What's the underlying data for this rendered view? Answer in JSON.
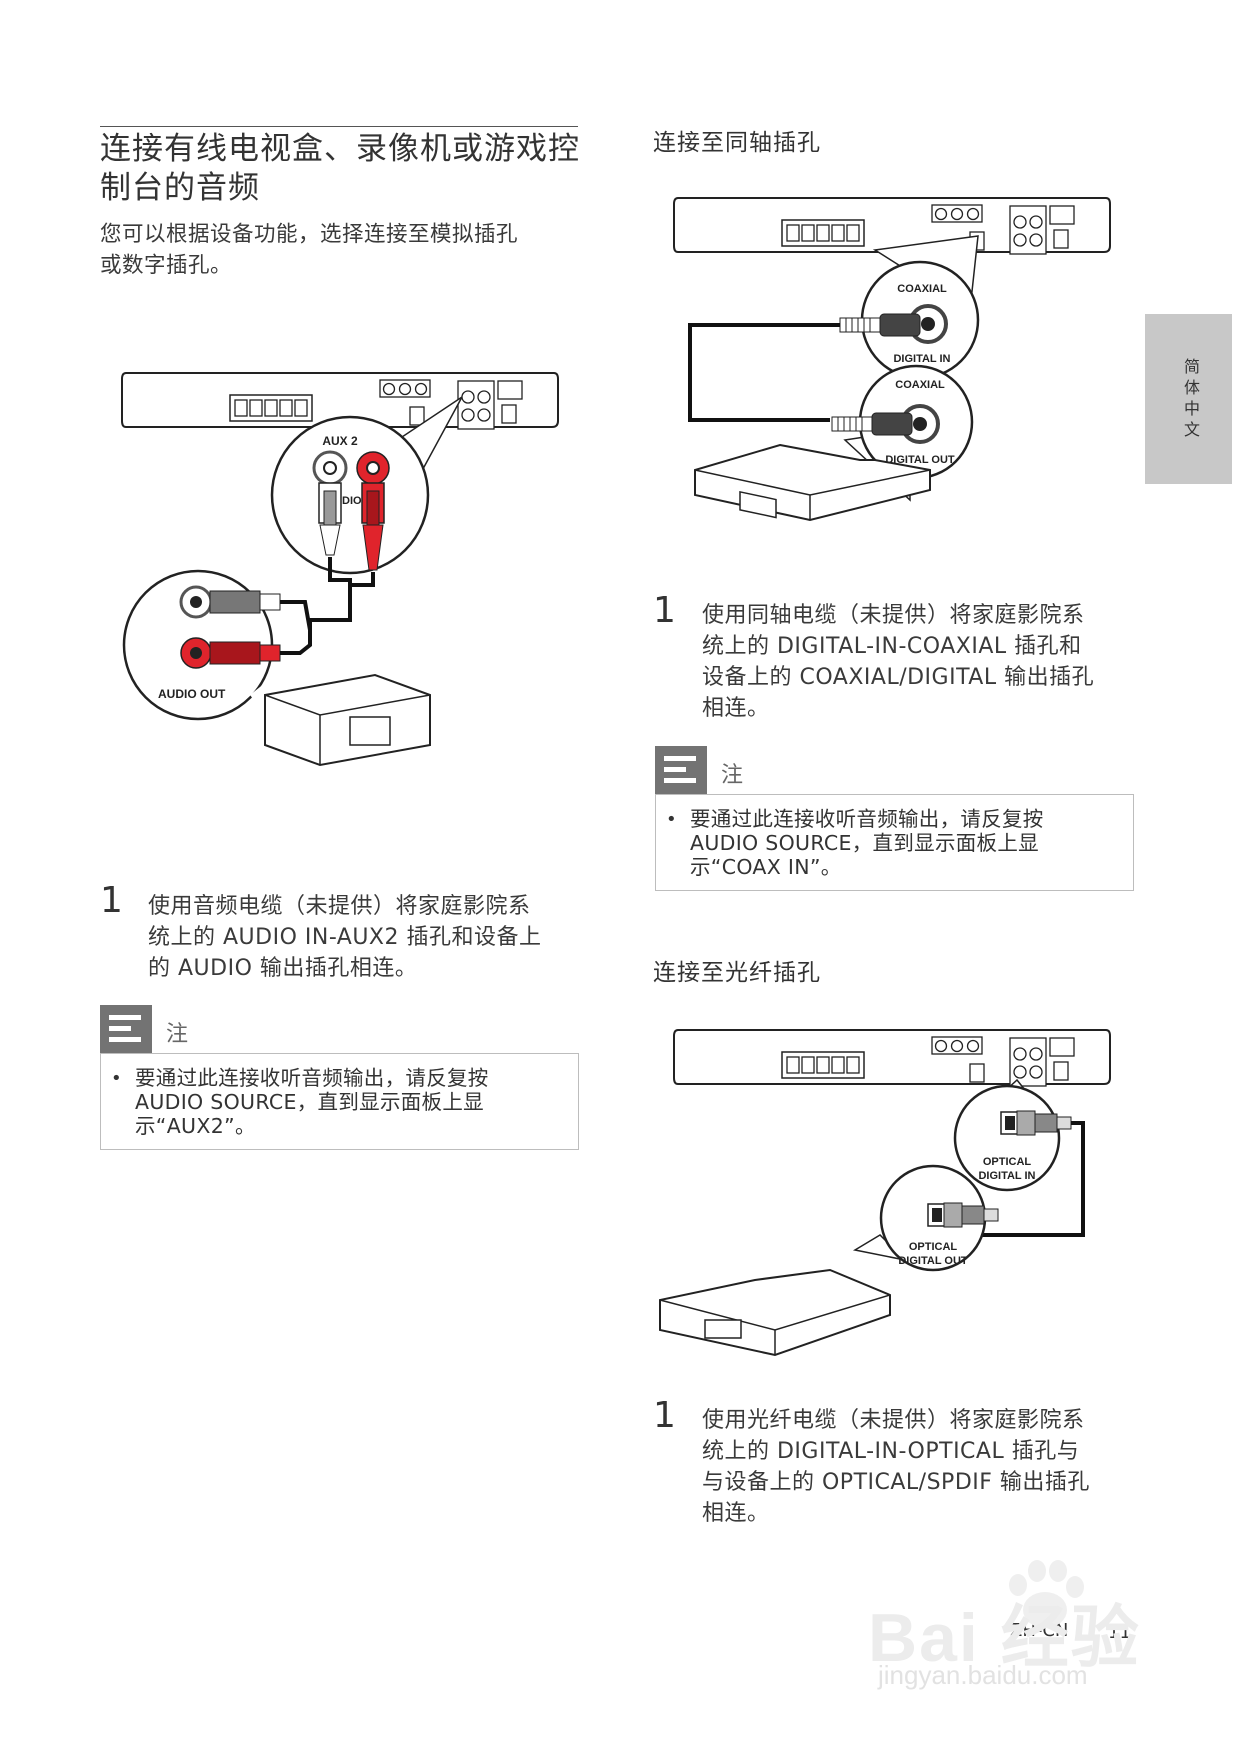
{
  "left": {
    "title_line1": "连接有线电视盒、录像机或游戏控",
    "title_line2": "制台的音频",
    "intro_line1": "您可以根据设备功能，选择连接至模拟插孔",
    "intro_line2": "或数字插孔。",
    "diagram": {
      "label_aux2": "AUX 2",
      "label_audio_partial": "DIO",
      "label_audio_out": "AUDIO OUT"
    },
    "step": {
      "number": "1",
      "line1": "使用音频电缆（未提供）将家庭影院系",
      "line2": "统上的 AUDIO IN-AUX2 插孔和设备上",
      "line3": "的 AUDIO 输出插孔相连。"
    },
    "note": {
      "title": "注",
      "bullet": "•",
      "line1": "要通过此连接收听音频输出，请反复按",
      "line2": "AUDIO SOURCE，直到显示面板上显",
      "line3": "示“AUX2”。"
    }
  },
  "right_top": {
    "heading": "连接至同轴插孔",
    "diagram": {
      "label_coaxial_in": "COAXIAL",
      "label_digital_in": "DIGITAL IN",
      "label_coaxial_out": "COAXIAL",
      "label_digital_out": "DIGITAL OUT"
    },
    "step": {
      "number": "1",
      "line1": "使用同轴电缆（未提供）将家庭影院系",
      "line2": "统上的 DIGITAL-IN-COAXIAL 插孔和",
      "line3": "设备上的 COAXIAL/DIGITAL 输出插孔",
      "line4": "相连。"
    },
    "note": {
      "title": "注",
      "bullet": "•",
      "line1": "要通过此连接收听音频输出，请反复按",
      "line2": "AUDIO SOURCE，直到显示面板上显",
      "line3": "示“COAX IN”。"
    }
  },
  "right_bottom": {
    "heading": "连接至光纤插孔",
    "diagram": {
      "label_optical_in": "OPTICAL",
      "label_digital_in": "DIGITAL IN",
      "label_optical_out": "OPTICAL",
      "label_digital_out": "DIGITAL OUT"
    },
    "step": {
      "number": "1",
      "line1": "使用光纤电缆（未提供）将家庭影院系",
      "line2": "统上的 DIGITAL-IN-OPTICAL 插孔与",
      "line3": "与设备上的 OPTICAL/SPDIF 输出插孔",
      "line4": "相连。"
    }
  },
  "side_tab": {
    "label": "简体中文"
  },
  "footer": {
    "lang_code": "ZH-CN",
    "page_number": "11"
  },
  "watermark": {
    "brand": "Bai 经验",
    "url": "jingyan.baidu.com"
  },
  "colors": {
    "red_plug": "#e0242c",
    "note_icon": "#737373",
    "side_tab": "#c8c8c8"
  }
}
